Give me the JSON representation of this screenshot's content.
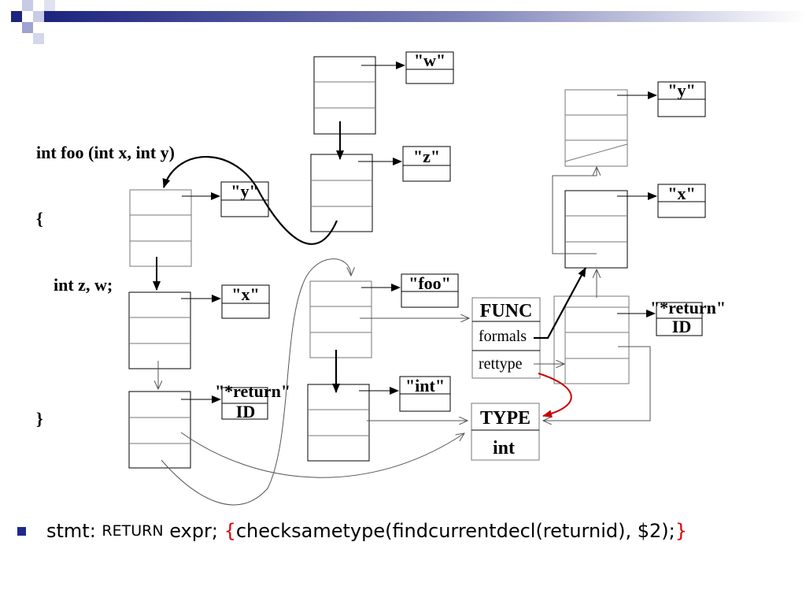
{
  "code_lines": [
    "int foo (int x, int y)",
    "{",
    "    int z, w;",
    "}"
  ],
  "boxes": {
    "w": "\"w\"",
    "z": "\"z\"",
    "y_left": "\"y\"",
    "x_left": "\"x\"",
    "return_left_1": "\"*return\"",
    "return_left_2": "ID",
    "foo": "\"foo\"",
    "int_name": "\"int\"",
    "y_right": "\"y\"",
    "x_right": "\"x\"",
    "return_right_1": "\"*return\"",
    "return_right_2": "ID"
  },
  "func_box": {
    "title": "FUNC",
    "row1": "formals",
    "row2": "rettype"
  },
  "type_box": {
    "title": "TYPE",
    "row1": "int"
  },
  "bullet": {
    "prefix": "stmt: ",
    "keyword": "RETURN",
    "middle": " expr; ",
    "open_brace": "{",
    "action": "checksametype(findcurrentdecl(returnid), $2);",
    "close_brace": "}"
  }
}
